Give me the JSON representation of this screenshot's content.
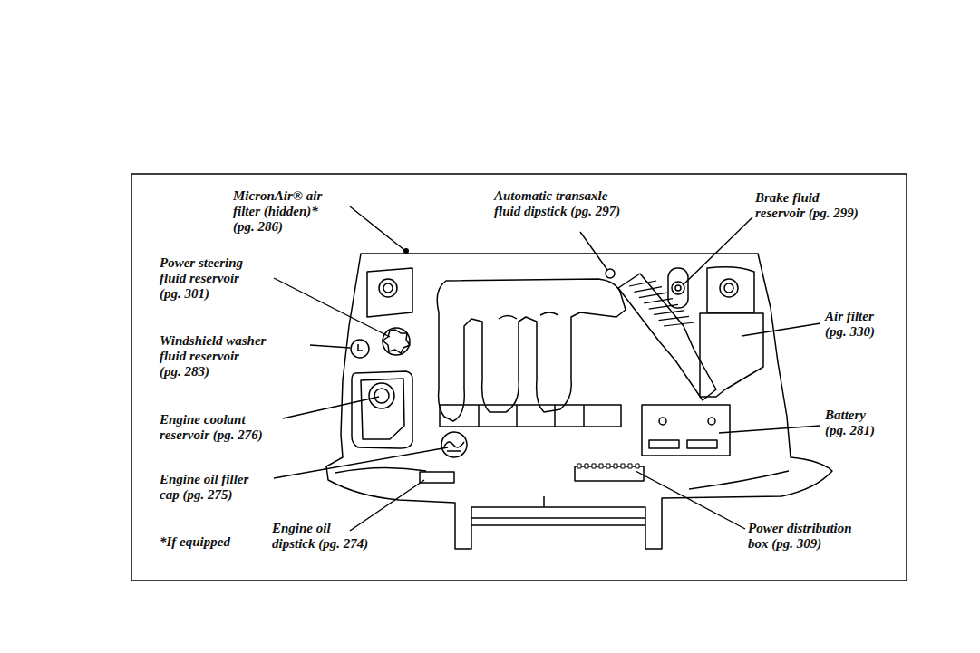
{
  "diagram": {
    "labels": [
      "MicronAir® air filter (hidden)* (pg. 286)",
      "Automatic transaxle fluid dipstick (pg. 297)",
      "Brake fluid reservoir (pg. 299)",
      "Power steering fluid reservoir (pg. 301)",
      "Air filter (pg. 330)",
      "Windshield washer fluid reservoir (pg. 283)",
      "Battery (pg. 281)",
      "Engine coolant reservoir (pg. 276)",
      "Engine oil filler cap (pg. 275)",
      "Engine oil dipstick (pg. 274)",
      "Power distribution box (pg. 309)",
      "*If equipped"
    ]
  }
}
